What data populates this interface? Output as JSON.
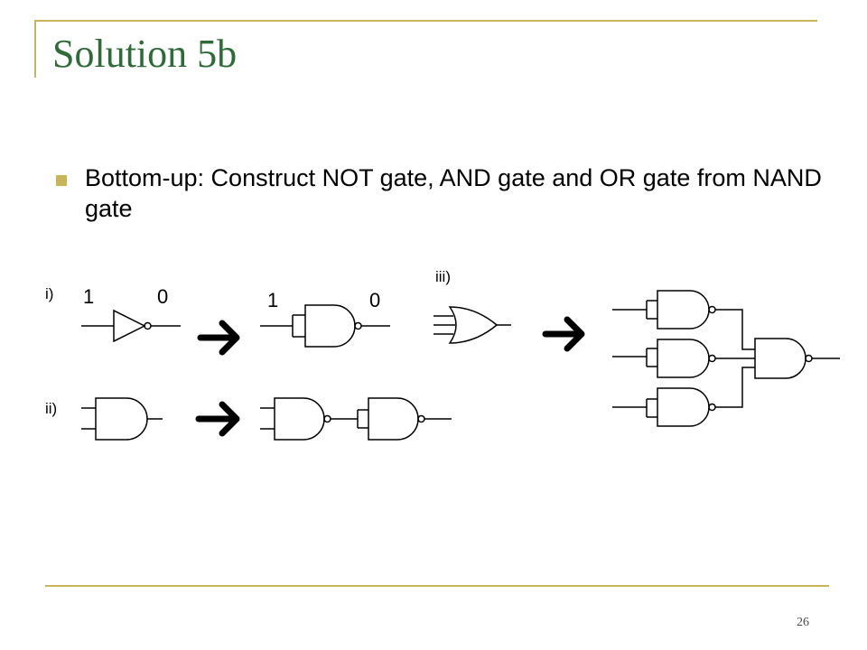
{
  "slide": {
    "title": "Solution 5b",
    "bullet": "Bottom-up: Construct NOT gate, AND gate and OR gate from NAND gate",
    "page_number": "26"
  },
  "diagram": {
    "label_i": "i)",
    "label_ii": "ii)",
    "label_iii": "iii)",
    "not_gate_in": "1",
    "not_gate_out": "0",
    "nand_not_in": "1",
    "nand_not_out": "0",
    "arrow_icon": "right-arrow-icon"
  }
}
